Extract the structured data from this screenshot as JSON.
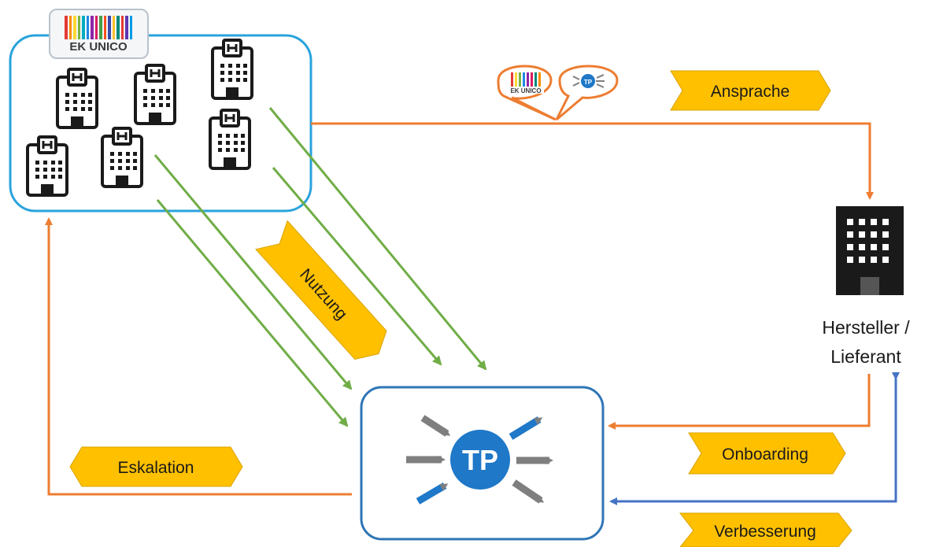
{
  "logo": {
    "text": "EK UNICO"
  },
  "speech_bubbles": [
    {
      "text": "EK UNICO"
    },
    {
      "text": "TP"
    }
  ],
  "platform": {
    "text": "TP"
  },
  "supplier": {
    "line1": "Hersteller /",
    "line2": "Lieferant"
  },
  "flows": {
    "ansprache": "Ansprache",
    "nutzung": "Nutzung",
    "eskalation": "Eskalation",
    "onboarding": "Onboarding",
    "verbesserung": "Verbesserung"
  },
  "colors": {
    "orange": "#ED7D31",
    "green": "#70AD47",
    "blue": "#4472C4",
    "gold": "#FFC000",
    "hospital_box": "#29A3DC",
    "platform_box": "#2E75B6",
    "tp_circle": "#1F78C8"
  }
}
